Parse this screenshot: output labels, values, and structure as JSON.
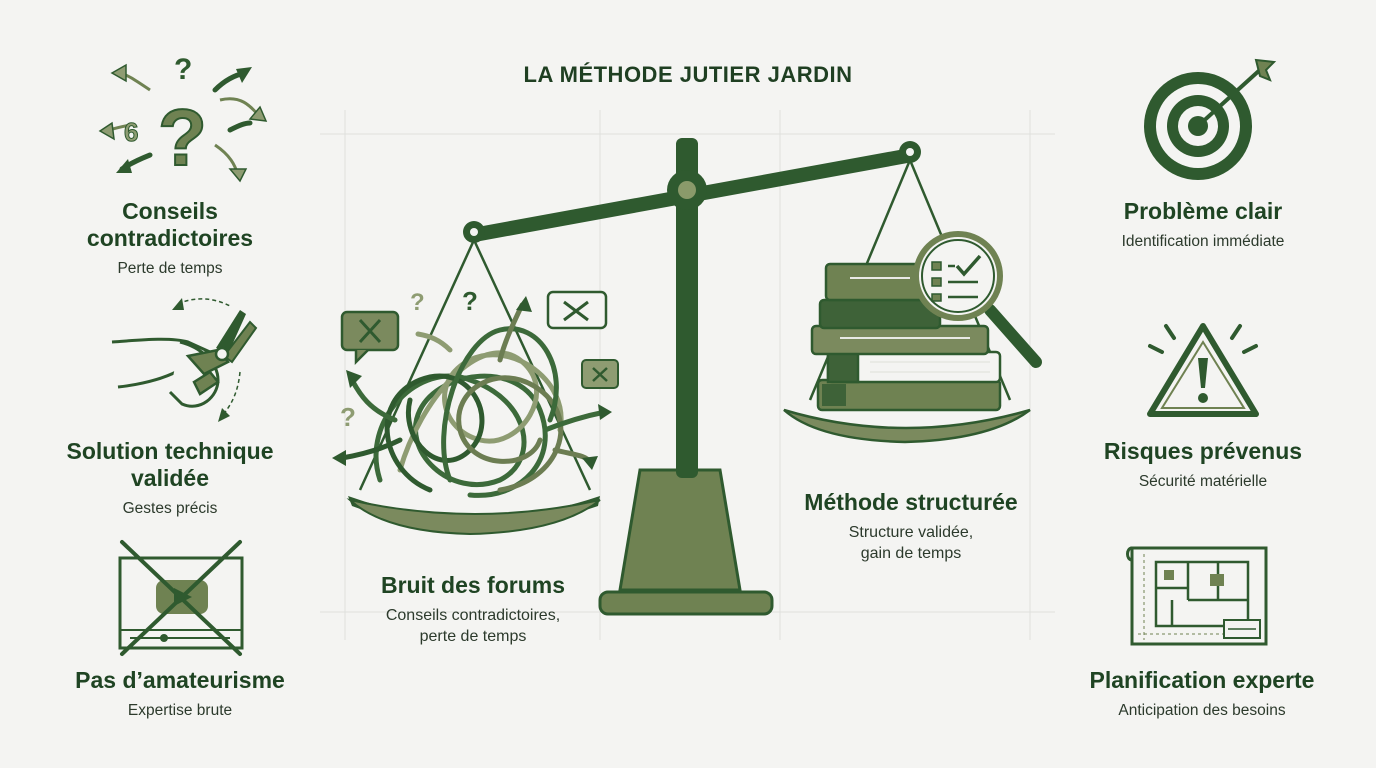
{
  "title": "LA MÉTHODE JUTIER JARDIN",
  "colors": {
    "dark_green": "#2f5a2f",
    "mid_green": "#6c7d52",
    "light_green": "#9aa27d",
    "background": "#f4f4f2"
  },
  "left_features": [
    {
      "icon": "contradictory-arrows-icon",
      "title_lines": [
        "Conseils",
        "contradictoires"
      ],
      "subtitle": "Perte de temps"
    },
    {
      "icon": "pruning-shears-icon",
      "title_lines": [
        "Solution technique",
        "validée"
      ],
      "subtitle": "Gestes précis"
    },
    {
      "icon": "crossed-video-icon",
      "title_lines": [
        "Pas d’amateurisme"
      ],
      "subtitle": "Expertise brute"
    }
  ],
  "right_features": [
    {
      "icon": "target-icon",
      "title_lines": [
        "Problème clair"
      ],
      "subtitle": "Identification immédiate"
    },
    {
      "icon": "warning-icon",
      "title_lines": [
        "Risques prévenus"
      ],
      "subtitle": "Sécurité matérielle"
    },
    {
      "icon": "blueprint-icon",
      "title_lines": [
        "Planification experte"
      ],
      "subtitle": "Anticipation des besoins"
    }
  ],
  "scale": {
    "left_pan": {
      "title": "Bruit des forums",
      "subtitle_lines": [
        "Conseils contradictoires,",
        "perte de temps"
      ]
    },
    "right_pan": {
      "title": "Méthode structurée",
      "subtitle_lines": [
        "Structure validée,",
        "gain de temps"
      ]
    }
  }
}
